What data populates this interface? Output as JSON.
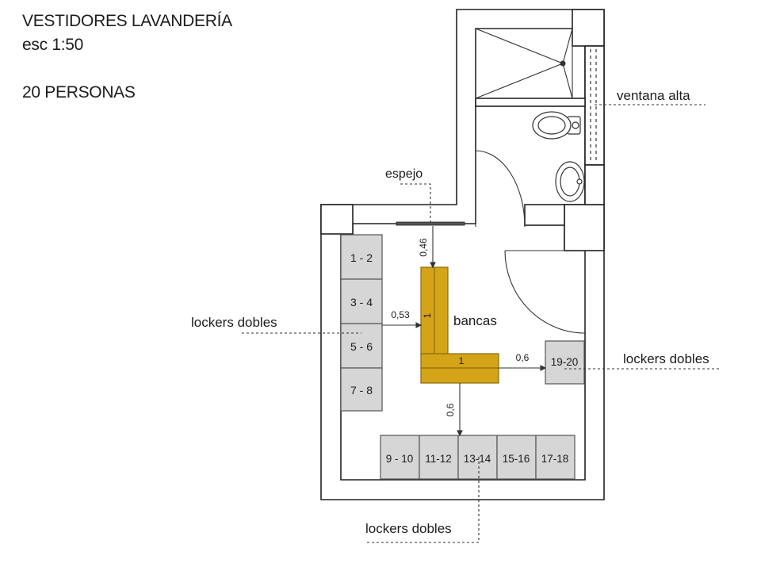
{
  "header": {
    "title": "VESTIDORES LAVANDERÍA",
    "scale": "esc 1:50",
    "capacity": "20 PERSONAS"
  },
  "colors": {
    "wall": "#ffffff",
    "wall_stroke": "#222222",
    "locker_fill": "#d6d6d6",
    "locker_stroke": "#555555",
    "bench_fill": "#d4a418",
    "bench_stroke": "#8a6a0c",
    "dim_line": "#333333",
    "leader": "#333333",
    "background": "#ffffff"
  },
  "lockers": {
    "left_column": [
      "1 - 2",
      "3 - 4",
      "5 - 6",
      "7 - 8"
    ],
    "bottom_row": [
      "9 - 10",
      "11-12",
      "13-14",
      "15-16",
      "17-18"
    ],
    "right": "19-20"
  },
  "labels": {
    "bancas": "bancas",
    "espejo": "espejo",
    "ventana_alta": "ventana alta",
    "lockers_dobles_left": "lockers dobles",
    "lockers_dobles_right": "lockers dobles",
    "lockers_dobles_bottom": "lockers dobles"
  },
  "dimensions": {
    "mirror_gap": "0,46",
    "locker_gap_left": "0,53",
    "bench_vertical": "1",
    "bench_horizontal": "1",
    "locker_gap_right": "0,6",
    "locker_gap_bottom": "0,6"
  }
}
